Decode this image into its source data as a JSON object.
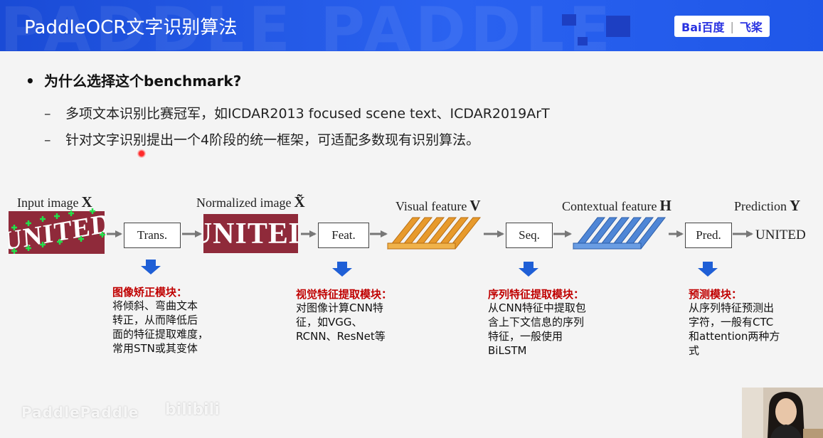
{
  "slide": {
    "title": "PaddleOCR文字识别算法",
    "banner_watermark": "PADDLE PADDLE",
    "brand": {
      "baidu": "Bai百度",
      "separator": "|",
      "feijiang": "飞桨"
    }
  },
  "bullets": {
    "main": "为什么选择这个benchmark?",
    "sub": [
      "多项文本识别比赛冠军，如ICDAR2013 focused scene text、ICDAR2019ArT",
      "针对文字识别提出一个4阶段的统一框架，可适配多数现有识别算法。"
    ]
  },
  "diagram": {
    "stages": [
      {
        "label": "Input image",
        "symbol": "X"
      },
      {
        "label": "Normalized image",
        "symbol": "X̃"
      },
      {
        "label": "Visual feature",
        "symbol": "V"
      },
      {
        "label": "Contextual feature",
        "symbol": "H"
      },
      {
        "label": "Prediction",
        "symbol": "Y"
      }
    ],
    "boxes": [
      "Trans.",
      "Feat.",
      "Seq.",
      "Pred."
    ],
    "image_text": "UNITED",
    "output_text": "UNITED",
    "colors": {
      "visual_feature": "#e79a2c",
      "contextual_feature": "#4f86d6",
      "down_arrow": "#1f5fd6",
      "landmark": "#22e04a"
    }
  },
  "modules": [
    {
      "title": "图像矫正模块：",
      "lines": [
        "将倾斜、弯曲文本",
        "转正，从而降低后",
        "面的特征提取难度，",
        "常用STN或其变体"
      ]
    },
    {
      "title": "视觉特征提取模块：",
      "lines": [
        "对图像计算CNN特",
        "征，如VGG、",
        "RCNN、ResNet等"
      ]
    },
    {
      "title": "序列特征提取模块：",
      "lines": [
        "从CNN特征中提取包",
        "含上下文信息的序列",
        "特征，一般使用",
        "BiLSTM"
      ]
    },
    {
      "title": "预测模块：",
      "lines": [
        "从序列特征预测出",
        "字符，一般有CTC",
        "和attention两种方",
        "式"
      ]
    }
  ],
  "overlay": {
    "watermark_text": "PaddlePaddle",
    "watermark_logo": "bilibili"
  }
}
